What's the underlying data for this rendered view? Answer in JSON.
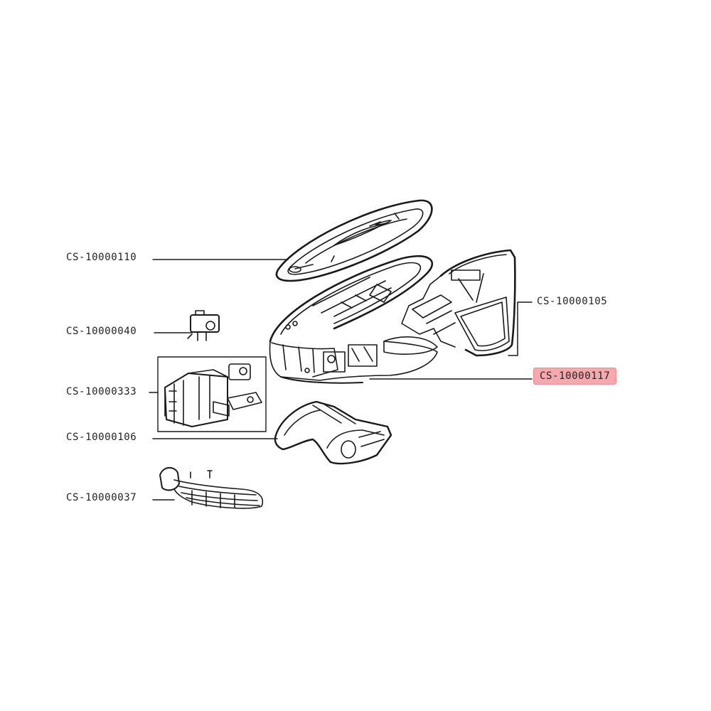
{
  "diagram": {
    "parts": [
      {
        "id": "lid",
        "code": "CS-10000110",
        "highlighted": false
      },
      {
        "id": "pump-small",
        "code": "CS-10000040",
        "highlighted": false
      },
      {
        "id": "pcb-assembly",
        "code": "CS-10000333",
        "highlighted": false
      },
      {
        "id": "handle",
        "code": "CS-10000106",
        "highlighted": false
      },
      {
        "id": "power-cord",
        "code": "CS-10000037",
        "highlighted": false
      },
      {
        "id": "water-tank",
        "code": "CS-10000105",
        "highlighted": false
      },
      {
        "id": "base-housing",
        "code": "CS-10000117",
        "highlighted": true
      }
    ],
    "highlight_color": "#f06e78"
  }
}
